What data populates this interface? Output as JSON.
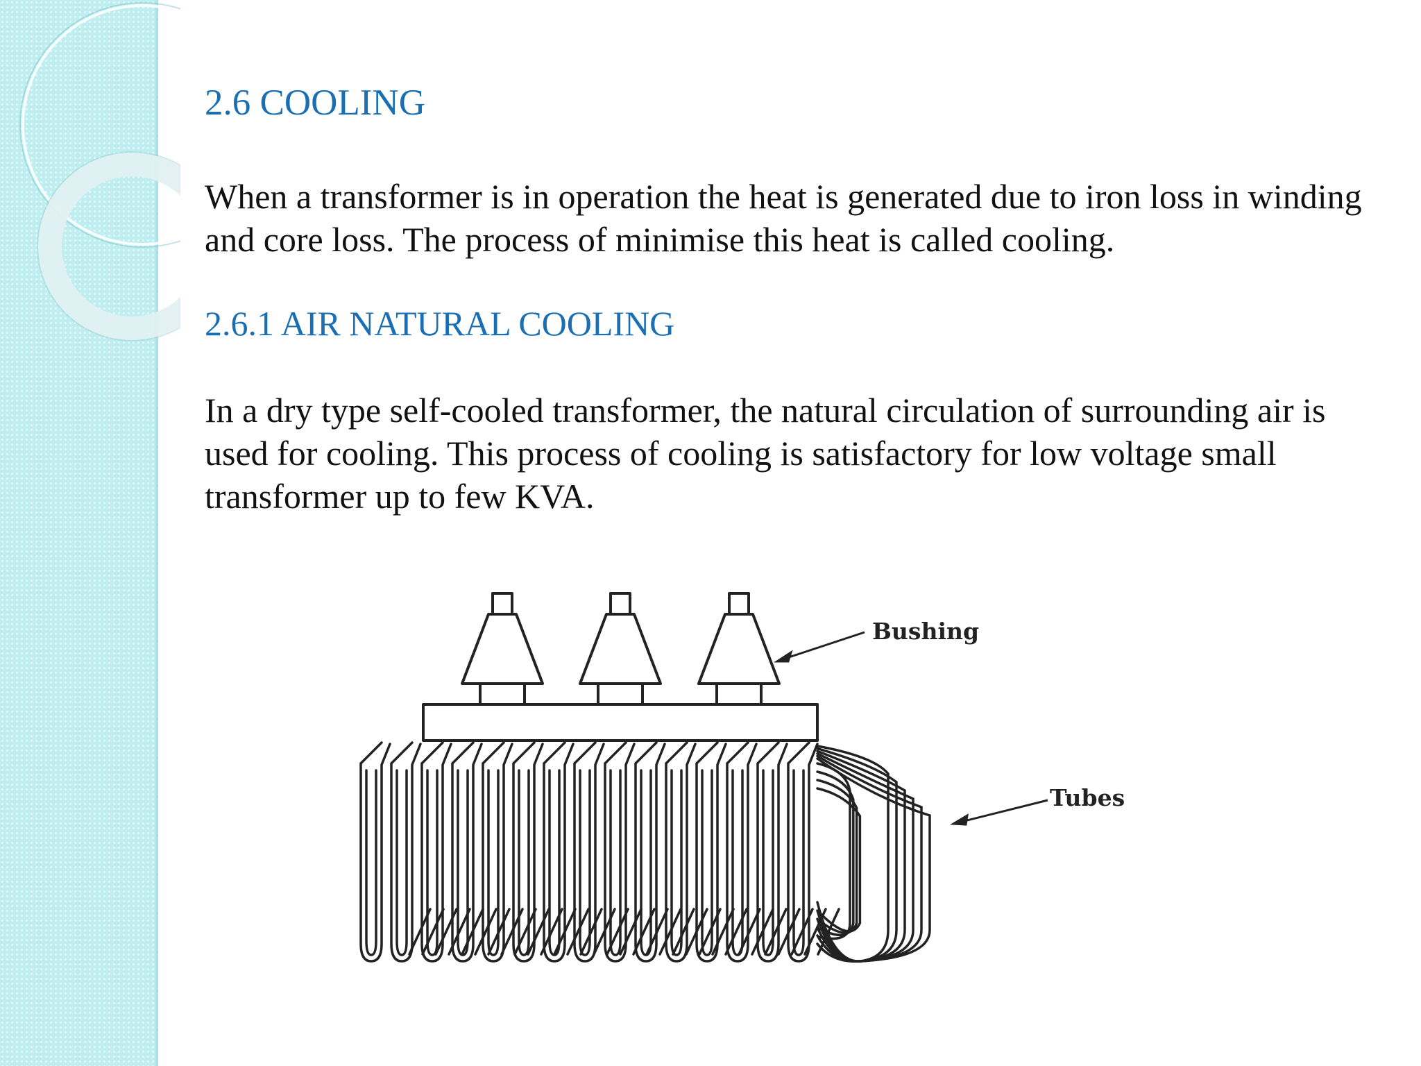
{
  "slide": {
    "heading_main": "2.6 COOLING",
    "para_main": [
      "When a transformer is in operation the heat is generated due to iron loss in winding",
      "and core loss. The process of minimise this heat is called cooling."
    ],
    "heading_sub": "2.6.1 AIR NATURAL COOLING",
    "para_sub": [
      "In a dry type self-cooled transformer, the natural circulation of surrounding air is",
      "used for cooling. This process of cooling is satisfactory for low voltage small",
      "transformer up to few KVA."
    ]
  },
  "figure": {
    "label_bushing": "Bushing",
    "label_tubes": "Tubes"
  },
  "colors": {
    "heading": "#1a6fb4",
    "side_band": "#bfeef0",
    "text": "#111111"
  }
}
